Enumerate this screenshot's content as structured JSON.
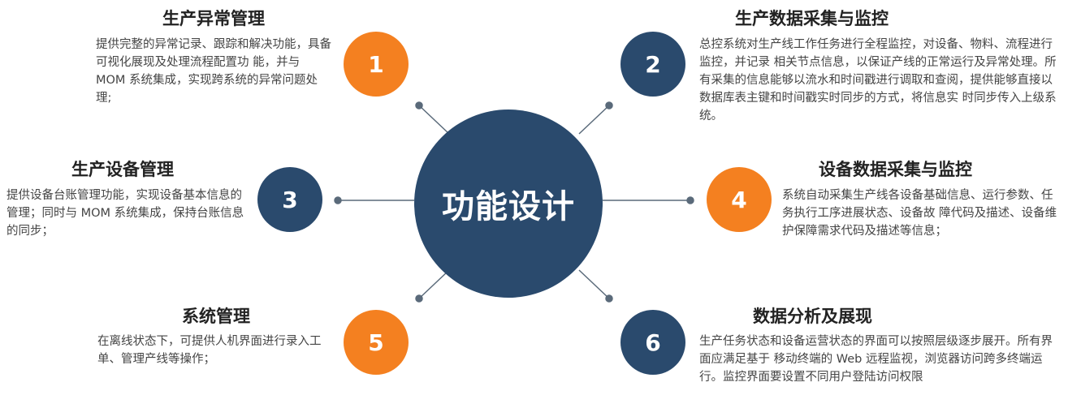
{
  "center": {
    "label": "功能设计"
  },
  "items": [
    {
      "number": "1",
      "title": "生产异常管理",
      "color": "#f48020",
      "description": " 提供完整的异常记录、跟踪和解决功能，具备可视化展现及处理流程配置功 能，并与 MOM 系统集成，实现跨系统的异常问题处理;"
    },
    {
      "number": "2",
      "title": "生产数据采集与监控",
      "color": "#2a4a6d",
      "description": "总控系统对生产线工作任务进行全程监控，对设备、物料、流程进行监控，并记录 相关节点信息，以保证产线的正常运行及异常处理。所有采集的信息能够以流水和时间戳进行调取和查阅，提供能够直接以数据库表主键和时间戳实时同步的方式，将信息实 时同步传入上级系统。"
    },
    {
      "number": "3",
      "title": "生产设备管理",
      "color": "#2a4a6d",
      "description": "提供设备台账管理功能，实现设备基本信息的管理；同时与 MOM 系统集成，保持台账信息的同步；"
    },
    {
      "number": "4",
      "title": "设备数据采集与监控",
      "color": "#f48020",
      "description": "系统自动采集生产线各设备基础信息、运行参数、任务执行工序进展状态、设备故 障代码及描述、设备维护保障需求代码及描述等信息；"
    },
    {
      "number": "5",
      "title": "系统管理",
      "color": "#f48020",
      "description": "在离线状态下，可提供人机界面进行录入工单、管理产线等操作；"
    },
    {
      "number": "6",
      "title": "数据分析及展现",
      "color": "#2a4a6d",
      "description": "生产任务状态和设备运营状态的界面可以按照层级逐步展开。所有界面应满足基于 移动终端的 Web 远程监视，浏览器访问跨多终端运行。监控界面要设置不同用户登陆访问权限"
    }
  ]
}
